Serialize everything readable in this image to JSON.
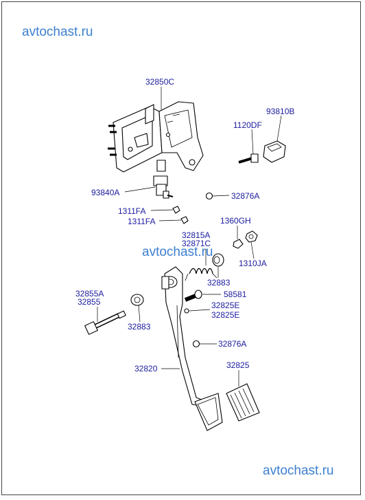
{
  "watermarks": {
    "top": "avtochast.ru",
    "middle": "avtochast.ru",
    "bottom": "avtochast.ru"
  },
  "parts": {
    "p32850C": "32850C",
    "p93810B": "93810B",
    "p1120DF": "1120DF",
    "p93840A": "93840A",
    "p32876A_top": "32876A",
    "p1311FA_1": "1311FA",
    "p1311FA_2": "1311FA",
    "p1360GH": "1360GH",
    "p32815A": "32815A",
    "p32871C": "32871C",
    "p1310JA": "1310JA",
    "p32883_top": "32883",
    "p58581": "58581",
    "p32825E_1": "32825E",
    "p32825E_2": "32825E",
    "p32855A": "32855A",
    "p32855": "32855",
    "p32883_bottom": "32883",
    "p32876A_bottom": "32876A",
    "p32820": "32820",
    "p32825": "32825"
  },
  "colors": {
    "label": "#1a1aa0",
    "watermark": "#3d7fd0",
    "line": "#000000"
  }
}
